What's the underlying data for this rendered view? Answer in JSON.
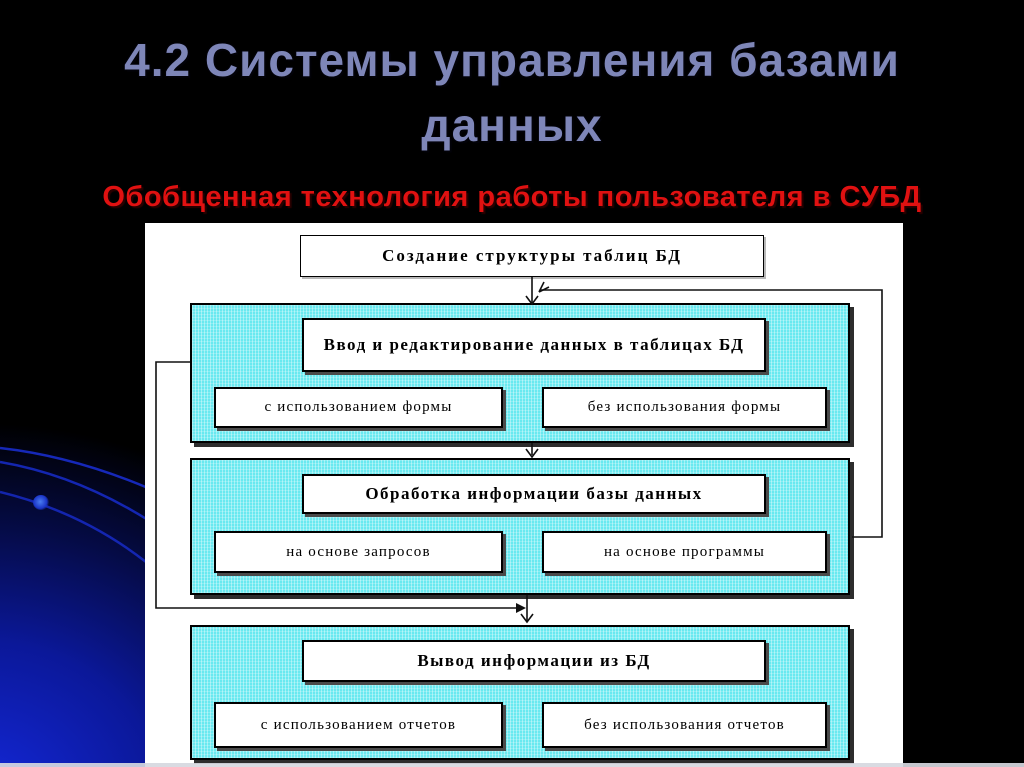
{
  "slide": {
    "title_line1": "4.2 Системы управления базами",
    "title_line2": "данных",
    "subtitle": "Обобщенная технология работы пользователя в СУБД"
  },
  "flowchart": {
    "start_label": "Создание структуры таблиц БД",
    "groups": [
      {
        "header": "Ввод и редактирование данных в таблицах БД",
        "left": "с использованием формы",
        "right": "без использования формы"
      },
      {
        "header": "Обработка информации базы данных",
        "left": "на основе запросов",
        "right": "на основе программы"
      },
      {
        "header": "Вывод информации из БД",
        "left": "с использованием отчетов",
        "right": "без использования отчетов"
      }
    ]
  },
  "colors": {
    "background": "#000000",
    "background_glow_blue": "#1428da",
    "title_text": "#7e86b8",
    "subtitle_text": "#e01111",
    "panel_background": "#ffffff",
    "group_fill_cyan": "#69e9f0",
    "node_border": "#000000",
    "connector_line": "#101010"
  }
}
